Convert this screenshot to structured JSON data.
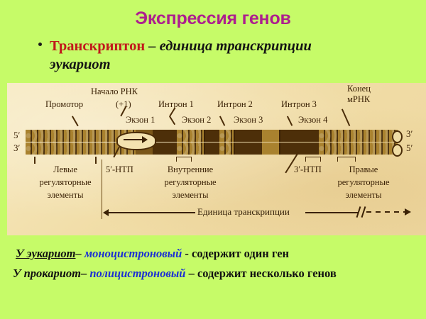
{
  "slide": {
    "title": "Экспрессия генов",
    "background_color": "#c6fb68",
    "title_color": "#ad1f8e"
  },
  "bullet": {
    "keyword": "Транскриптон",
    "dash": " – ",
    "definition_line1": "единица транскрипции",
    "definition_line2": "эукариот",
    "keyword_color": "#c1181b"
  },
  "diagram": {
    "panel_color": "#f3e0ab",
    "ink_color": "#3b2206",
    "top_labels": {
      "promoter": "Промотор",
      "rna_start": "Начало РНК",
      "plus_one": "(+1)",
      "intron1": "Интрон 1",
      "intron2": "Интрон 2",
      "intron3": "Интрон 3",
      "mrna_end_line1": "Конец",
      "mrna_end_line2": "мРНК",
      "exon1": "Экзон 1",
      "exon2": "Экзон 2",
      "exon3": "Экзон 3",
      "exon4": "Экзон 4"
    },
    "strand_ends": {
      "left_top": "5′",
      "left_bottom": "3′",
      "right_top": "3′",
      "right_bottom": "5′"
    },
    "bottom_labels": {
      "ntp_5": "5′-НТП",
      "ntp_3": "3′-НТП",
      "left_regulatory": [
        "Левые",
        "регуляторные",
        "элементы"
      ],
      "internal_regulatory": [
        "Внутренние",
        "регуляторные",
        "элементы"
      ],
      "right_regulatory": [
        "Правые",
        "регуляторные",
        "элементы"
      ],
      "transcription_unit": "Единица транскрипции"
    }
  },
  "footer": {
    "line1": {
      "subject": "У эукариот",
      "dash1": "– ",
      "keyword": "моноцистроновый",
      "tail": "  - содержит один ген"
    },
    "line2": {
      "subject": "У прокариот",
      "dash1": "– ",
      "keyword": "полицистроновый",
      "tail": " – содержит несколько генов"
    },
    "keyword_color": "#1b2fd4"
  }
}
